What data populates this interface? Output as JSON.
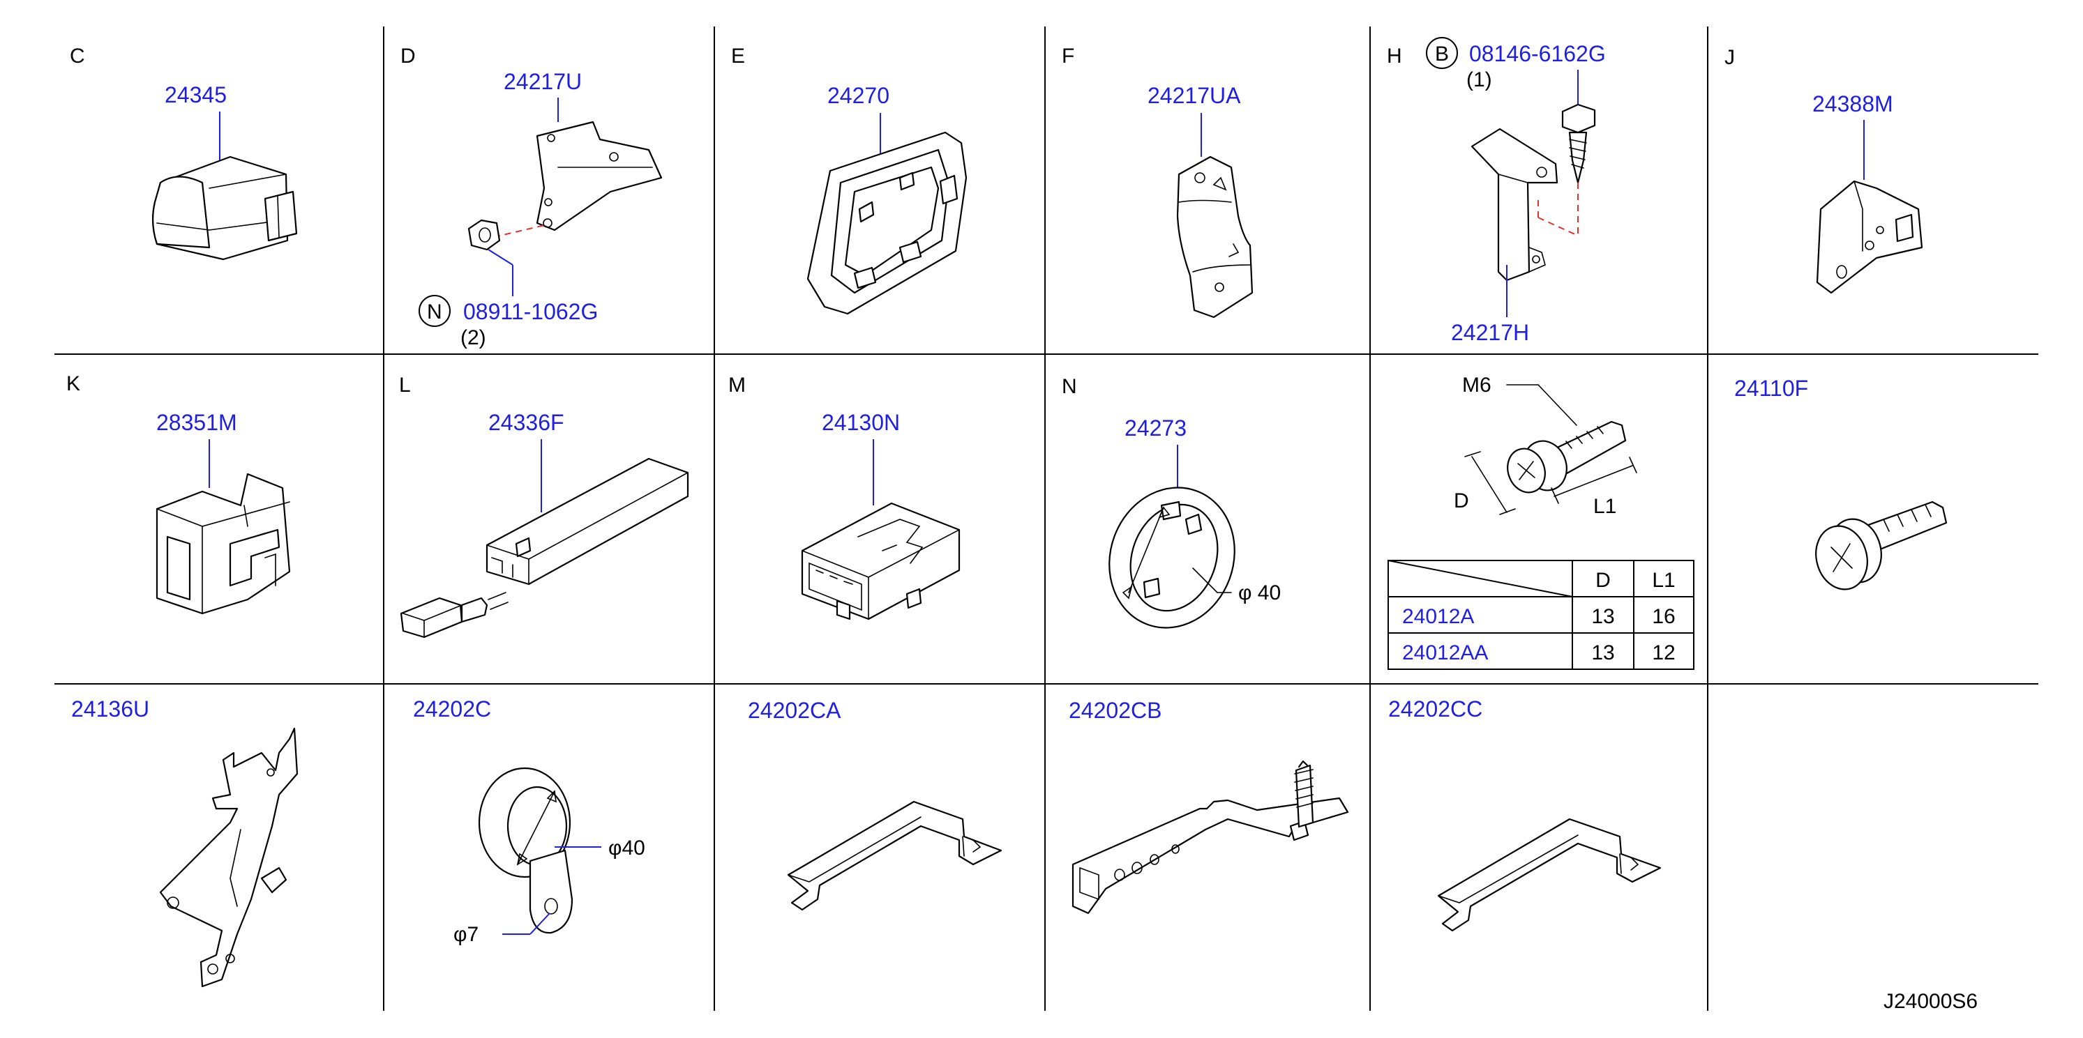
{
  "sections": {
    "C": {
      "letter": "C",
      "part": "24345"
    },
    "D": {
      "letter": "D",
      "part": "24217U",
      "fastener_badge": "N",
      "fastener_part": "08911-1062G",
      "fastener_qty": "(2)"
    },
    "E": {
      "letter": "E",
      "part": "24270"
    },
    "F": {
      "letter": "F",
      "part": "24217UA"
    },
    "H": {
      "letter": "H",
      "part": "24217H",
      "fastener_badge": "B",
      "fastener_part": "08146-6162G",
      "fastener_qty": "(1)"
    },
    "J": {
      "letter": "J",
      "part": "24388M"
    },
    "K": {
      "letter": "K",
      "part": "28351M"
    },
    "L": {
      "letter": "L",
      "part": "24336F"
    },
    "M": {
      "letter": "M",
      "part": "24130N"
    },
    "N": {
      "letter": "N",
      "part": "24273",
      "dim": "φ  40"
    },
    "bolt": {
      "thread": "M6",
      "dim_d": "D",
      "dim_l": "L1"
    },
    "pin": {
      "part": "24110F"
    },
    "bracket_u": {
      "part": "24136U"
    },
    "clamp": {
      "part": "24202C",
      "dim_outer": "φ40",
      "dim_hole": "φ7"
    },
    "bracket_ca": {
      "part": "24202CA"
    },
    "bracket_cb": {
      "part": "24202CB"
    },
    "bracket_cc": {
      "part": "24202CC"
    }
  },
  "bolt_table": {
    "headers": [
      "D",
      "L1"
    ],
    "rows": [
      {
        "part": "24012A",
        "d": "13",
        "l1": "16"
      },
      {
        "part": "24012AA",
        "d": "13",
        "l1": "12"
      }
    ]
  },
  "diagram_code": "J24000S6",
  "colors": {
    "part_number": "#1e1ee6",
    "leader_dash": "#e03030",
    "ink": "#000000"
  }
}
